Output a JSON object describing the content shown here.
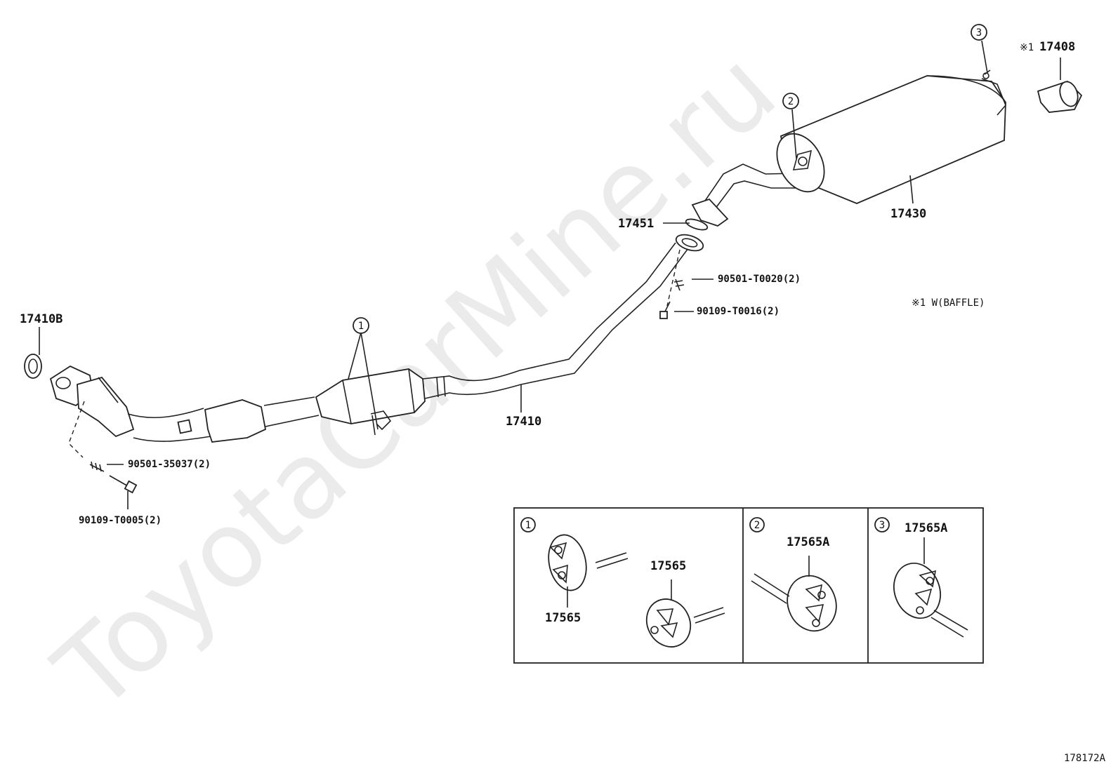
{
  "watermark": "ToyotaCarMine.ru",
  "figure_id": "178172A",
  "note": "※1  W(BAFFLE)",
  "labels": {
    "p17410B": "17410B",
    "p17410": "17410",
    "p17451": "17451",
    "p17430": "17430",
    "p17408_mark": "※1",
    "p17408": "17408",
    "p90501_t0020": "90501-T0020(2)",
    "p90109_t0016": "90109-T0016(2)",
    "p90501_35037": "90501-35037(2)",
    "p90109_t0005": "90109-T0005(2)"
  },
  "callouts": {
    "c1": "1",
    "c2": "2",
    "c3": "3"
  },
  "detail_box": {
    "panel1": {
      "num": "1",
      "label_a": "17565",
      "label_b": "17565"
    },
    "panel2": {
      "num": "2",
      "label": "17565A"
    },
    "panel3": {
      "num": "3",
      "label": "17565A"
    }
  }
}
